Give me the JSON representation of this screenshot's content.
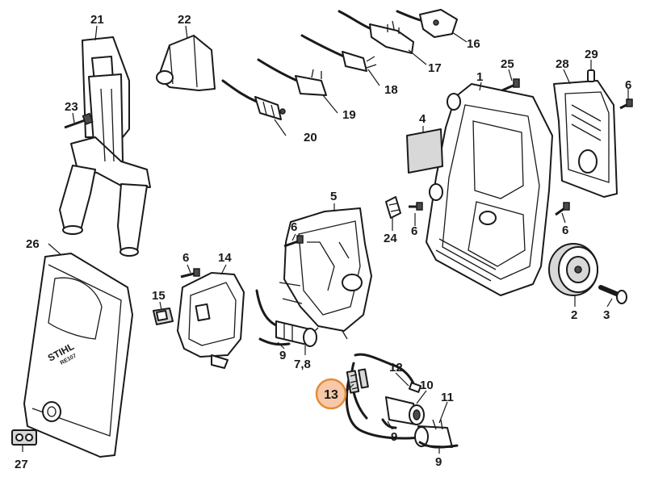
{
  "diagram": {
    "part_labels": {
      "p1": "1",
      "p2": "2",
      "p3": "3",
      "p4": "4",
      "p5": "5",
      "p6a": "6",
      "p6b": "6",
      "p6c": "6",
      "p6d": "6",
      "p6e": "6",
      "p78": "7,8",
      "p9a": "9",
      "p9b": "9",
      "p9c": "9",
      "p10": "10",
      "p11": "11",
      "p12": "12",
      "p13": "13",
      "p14": "14",
      "p15": "15",
      "p16": "16",
      "p17": "17",
      "p18": "18",
      "p19": "19",
      "p20": "20",
      "p21": "21",
      "p22": "22",
      "p23": "23",
      "p24": "24",
      "p25": "25",
      "p26": "26",
      "p27": "27",
      "p28": "28",
      "p29": "29"
    },
    "housing_brand": "STIHL",
    "housing_model": "RE107",
    "highlight": {
      "part": "13",
      "fill": "#f7c9a6",
      "stroke": "#e58a3a"
    }
  }
}
